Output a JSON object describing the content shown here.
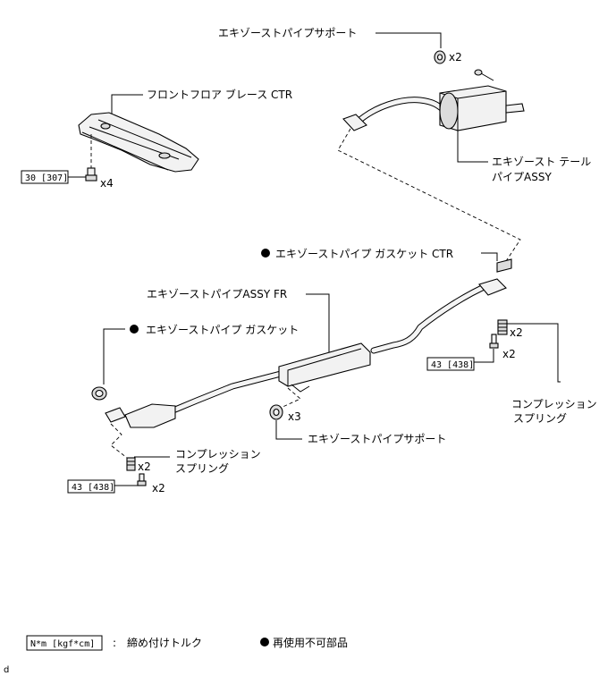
{
  "labels": {
    "exhaust_pipe_support_top": "エキゾーストパイプサポート",
    "front_floor_brace": "フロントフロア ブレース CTR",
    "tail_pipe_1": "エキゾースト テール",
    "tail_pipe_2": "パイプASSY",
    "gasket_ctr": "エキゾーストパイプ ガスケット CTR",
    "pipe_assy_fr": "エキゾーストパイプASSY FR",
    "gasket": "エキゾーストパイプ ガスケット",
    "compression_spring_right_1": "コンプレッション",
    "compression_spring_right_2": "スプリング",
    "exhaust_pipe_support_bottom": "エキゾーストパイプサポート",
    "compression_spring_left_1": "コンプレッション",
    "compression_spring_left_2": "スプリング"
  },
  "quantities": {
    "support_top": "x2",
    "brace_bolt": "x4",
    "spring_right": "x2",
    "bolt_right": "x2",
    "support_bottom": "x3",
    "spring_left": "x2",
    "bolt_left": "x2"
  },
  "torques": {
    "brace_bolt": "30 [307]",
    "bolt_right": "43 [438]",
    "bolt_left": "43 [438]"
  },
  "legend": {
    "unit_box": "N*m [kgf*cm]",
    "separator": ":",
    "torque_text": "締め付けトルク",
    "non_reusable_text": "再使用不可部品"
  },
  "footer_mark": "d"
}
